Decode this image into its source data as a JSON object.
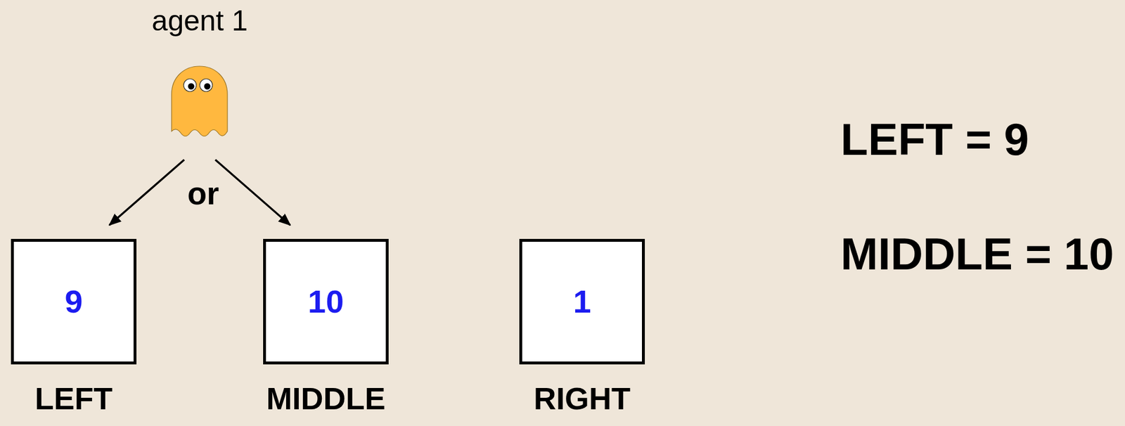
{
  "diagram": {
    "nodes": [
      {
        "text": [
          "agent 1"
        ]
      },
      {
        "text": [
          "9",
          "LEFT"
        ]
      },
      {
        "text": [
          "10",
          "MIDDLE"
        ]
      },
      {
        "text": [
          "1",
          "RIGHT"
        ]
      }
    ],
    "edges": [
      {
        "from": 0,
        "to": 1,
        "arrow": "to"
      },
      {
        "from": 0,
        "to": 2,
        "arrow": "to"
      }
    ],
    "labels": [
      "or",
      "LEFT = 9",
      "MIDDLE = 10"
    ]
  }
}
